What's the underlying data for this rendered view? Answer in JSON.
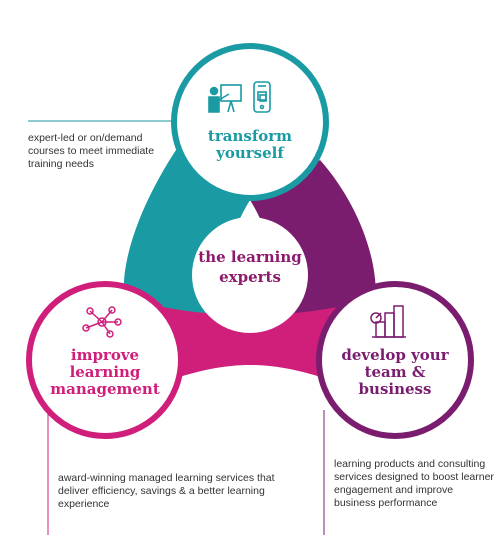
{
  "colors": {
    "teal": "#1a9aa3",
    "purple": "#7b1d6f",
    "magenta": "#cf1f7b",
    "center_text": "#8d1a6c"
  },
  "center": {
    "title": "the learning experts"
  },
  "nodes": {
    "transform": {
      "title": "transform yourself",
      "icons": [
        "presentation-board-icon",
        "mobile-device-icon"
      ],
      "description": "expert-led or on/demand courses to meet immediate training needs"
    },
    "improve": {
      "title": "improve learning management",
      "icons": [
        "network-nodes-icon"
      ],
      "description": "award-winning managed learning services that deliver efficiency, savings & a better learning experience"
    },
    "develop": {
      "title": "develop your team & business",
      "icons": [
        "growth-chart-icon"
      ],
      "description": "learning products and consulting services designed to boost learner engagement and improve business performance"
    }
  }
}
